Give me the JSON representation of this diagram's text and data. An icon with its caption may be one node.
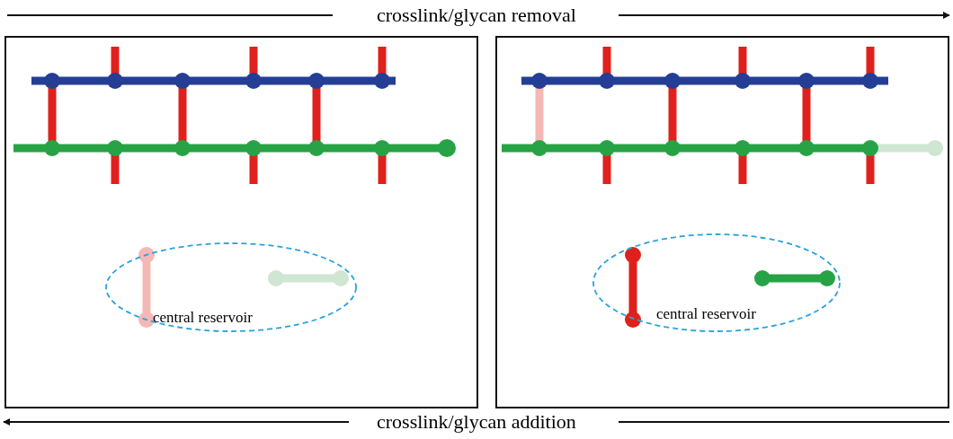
{
  "diagram": {
    "nodes": [
      {
        "text": [],
        "shape": "box"
      },
      {
        "text": [
          "central reservoir"
        ],
        "in": 0
      },
      {
        "text": [],
        "shape": "box"
      },
      {
        "text": [
          "central reservoir"
        ],
        "in": 2
      }
    ],
    "edges": [],
    "labels": [
      "crosslink/glycan removal",
      "crosslink/glycan addition"
    ]
  }
}
